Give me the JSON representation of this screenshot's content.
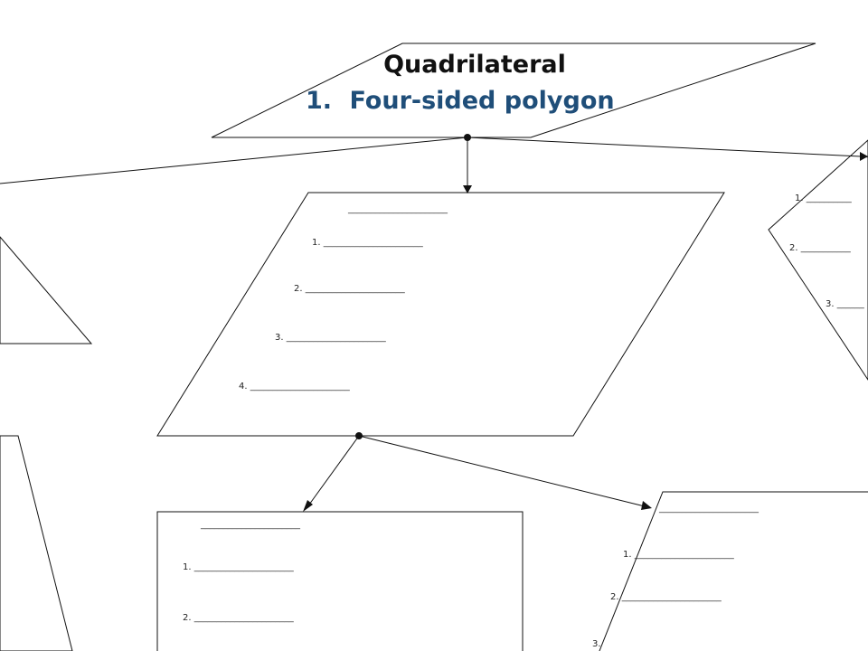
{
  "colors": {
    "line": "#111111",
    "title": "#111111",
    "accent": "#1f4e79"
  },
  "root": {
    "title": "Quadrilateral",
    "items": [
      {
        "number": "1.",
        "text": "Four-sided polygon"
      }
    ]
  },
  "center_box": {
    "heading": "______________________",
    "items": [
      "1. ______________________",
      "2. ______________________",
      "3. ______________________",
      "4. ______________________"
    ]
  },
  "right_box": {
    "heading": "_",
    "items": [
      "1. __________",
      "2. ___________",
      "3. ______"
    ]
  },
  "bottom_left_box": {
    "heading": "______________________",
    "items": [
      "1. ______________________",
      "2. ______________________"
    ]
  },
  "bottom_right_box": {
    "heading": "______________________",
    "items": [
      "1. ______________________",
      "2. ______________________",
      "3."
    ]
  }
}
